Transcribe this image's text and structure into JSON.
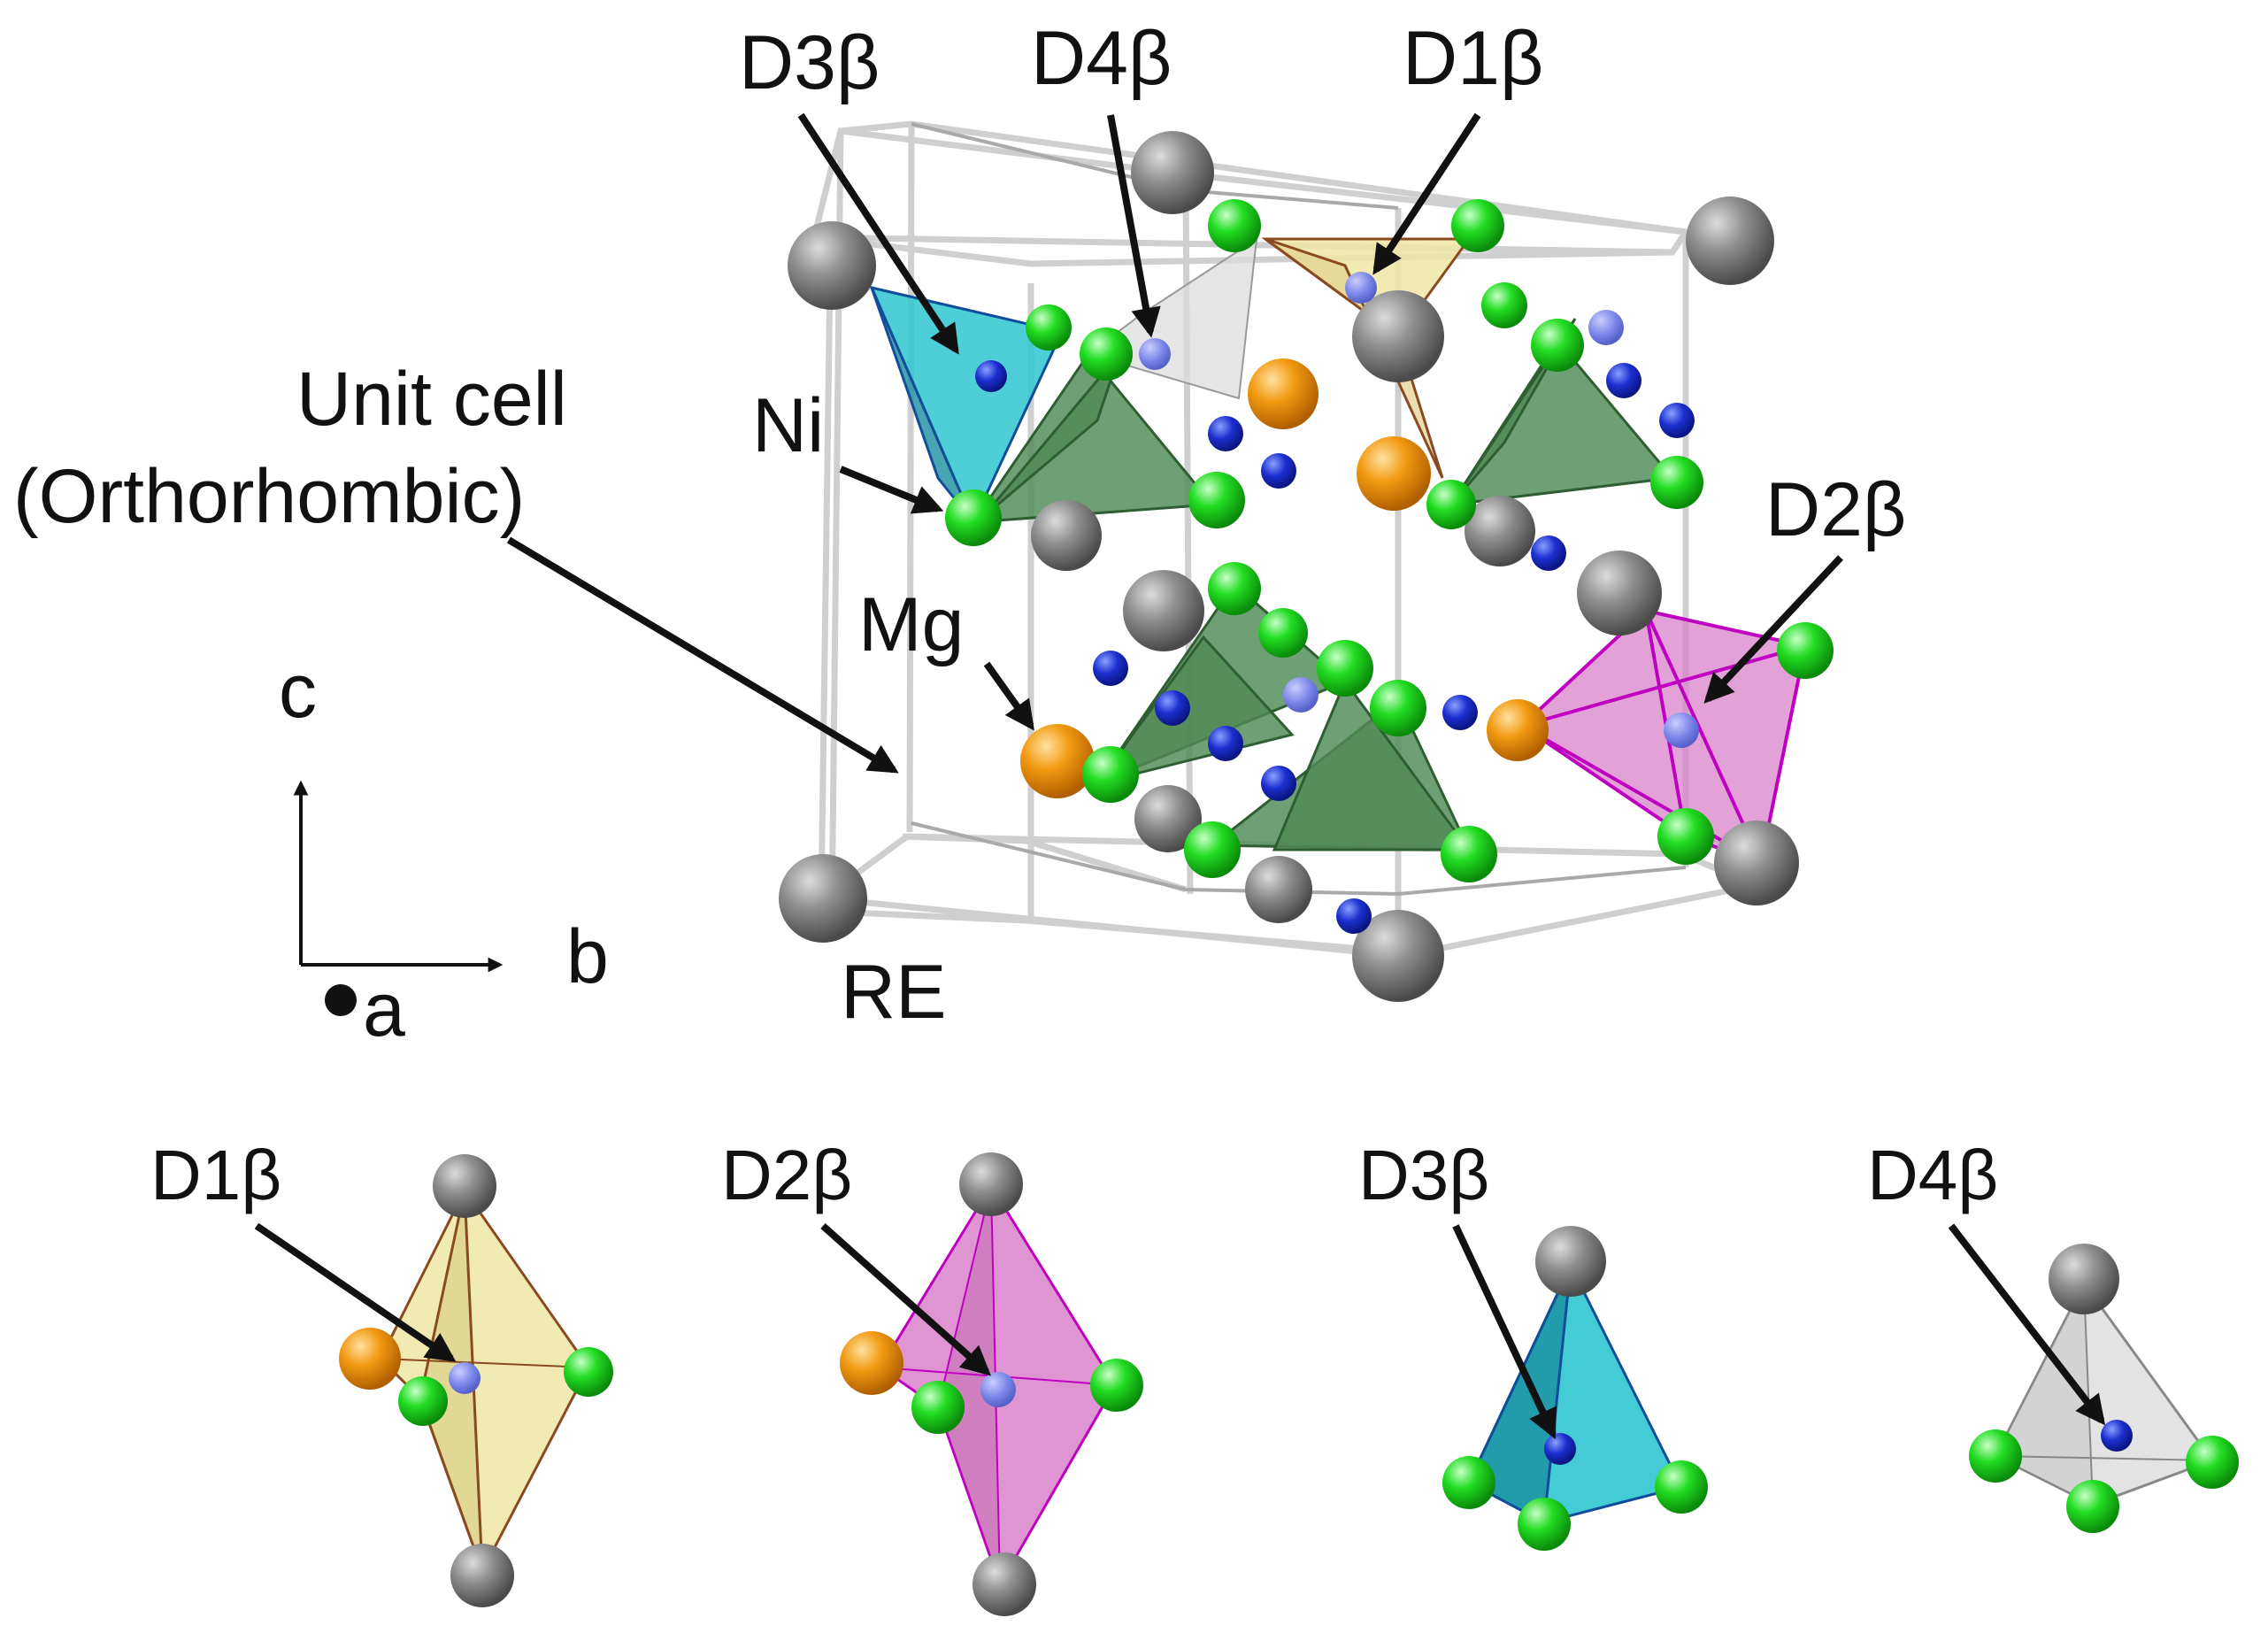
{
  "labels": {
    "d3_main": "D3β",
    "d4_main": "D4β",
    "d1_main": "D1β",
    "d2_main": "D2β",
    "unit_cell_line1": "Unit cell",
    "unit_cell_line2": "(Orthorhombic)",
    "ni": "Ni",
    "mg": "Mg",
    "re": "RE",
    "axis_c": "c",
    "axis_b": "b",
    "axis_a": "a",
    "d1_bottom": "D1β",
    "d2_bottom": "D2β",
    "d3_bottom": "D3β",
    "d4_bottom": "D4β"
  },
  "colors": {
    "re_atom": "#7a7a7a",
    "ni_atom": "#1fd81f",
    "mg_atom": "#f29a12",
    "d_site": "#1c2fd0",
    "d1_polyhedron": "#efe6a6",
    "d2_polyhedron": "#d983c9",
    "d3_polyhedron": "#2fc6d0",
    "d4_polyhedron": "#dcdcdc",
    "ni_tetrahedra": "#4f8a55",
    "cell_edges": "#cfcfcf"
  }
}
